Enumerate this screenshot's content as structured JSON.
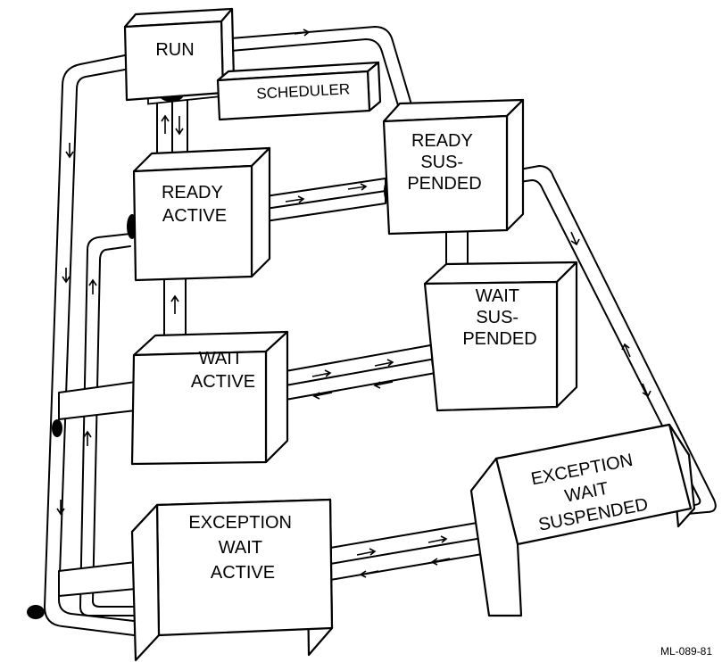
{
  "nodes": {
    "run": [
      "RUN"
    ],
    "scheduler": [
      "SCHEDULER"
    ],
    "ready_active": [
      "READY",
      "ACTIVE"
    ],
    "ready_suspended": [
      "READY",
      "SUS-",
      "PENDED"
    ],
    "wait_active": [
      "WAIT",
      "ACTIVE"
    ],
    "wait_suspended": [
      "WAIT",
      "SUS-",
      "PENDED"
    ],
    "exception_wait_active": [
      "EXCEPTION",
      "WAIT",
      "ACTIVE"
    ],
    "exception_wait_suspended": [
      "EXCEPTION",
      "WAIT",
      "SUSPENDED"
    ]
  },
  "figure_id": "ML-089-81"
}
